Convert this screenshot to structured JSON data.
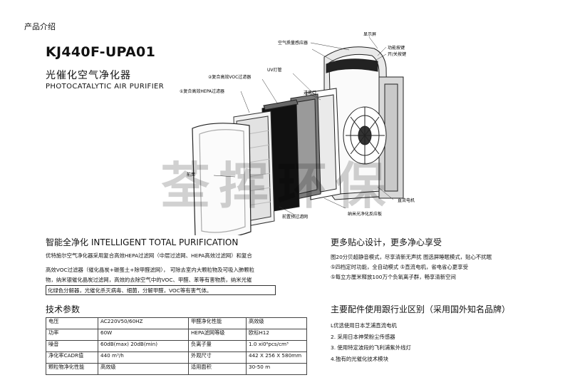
{
  "header": {
    "section_tag": "产品介绍",
    "model": "KJ440F-UPA01",
    "title_cn": "光催化空气净化器",
    "title_en": "PHOTOCATALYTIC AIR PURIFIER"
  },
  "watermark": "荃挥环保",
  "diagram": {
    "labels": {
      "display": "显示屏",
      "air_sensor": "空气质量感应器",
      "function_button": "功能按键",
      "power_switch": "开/关按键",
      "uv_lamp": "UV灯管",
      "voc_filter": "②复合高效VOC过滤器",
      "hepa_filter": "①复合高效HEPA过滤器",
      "air_inlet": "进风口",
      "front_panel": "前面",
      "dc_motor": "直流电机",
      "pre_filter": "前置预过滤网",
      "nano_filter": "纳米光净化反应板"
    }
  },
  "intelligent": {
    "title": "智能全净化 INTELLIGENT TOTAL PURIFICATION",
    "line1": "优特施尔空气净化器采用复合高效HEPA过滤网（中层过滤网、HEPA高效过滤网）和复合",
    "line2": "高效VOC过滤器（催化晶炭+碳蛋土+除甲醛滤网），  可除去室内大颗粒物及可吸入肺颗粒",
    "line3": "物，纳米银催化晶炭过滤网，高效的去除空气中的VOC、甲醛、苯等有害物质，纳米光催",
    "line4": "化绿色分解器，光催化杀灭病毒、细菌，分解甲醛，VOC等有害气体。"
  },
  "specs": {
    "title": "技术参数",
    "rows": [
      {
        "k1": "电压",
        "v1": "AC220V50/60HZ",
        "k2": "甲醛净化性能",
        "v2": "高效级"
      },
      {
        "k1": "功率",
        "v1": "60W",
        "k2": "HEPA滤网等级",
        "v2": "欧标H12"
      },
      {
        "k1": "噪音",
        "v1": "60dB(max) 20dB(min)",
        "k2": "负离子量",
        "v2": "1.0 xi0⁶pcs/cm³"
      },
      {
        "k1": "净化率CADR值",
        "v1": "440 m³/h",
        "k2": "外观尺寸",
        "v2": "442 X 256 X 580mm"
      },
      {
        "k1": "颗粒物净化性能",
        "v1": "高效级",
        "k2": "适用面积",
        "v2": "30-50 m"
      }
    ]
  },
  "care": {
    "title": "更多贴心设计，更多净心享受",
    "line1": "图20分贝超静音模式，尽享清新无声扰    图选屏睡眠模式，贴心不扰眠",
    "line2": "⑤四档定时功能，全自动模式                      ⑤直流电机，省电省心更享受",
    "line3": "⑤每立方厘米释放100万个负氧离子群，畅享清新空间"
  },
  "parts": {
    "title": "主要配件使用跟行业区别（采用国外知名品牌）",
    "items": [
      "L优选使用日本芝浦直流电机",
      "2. 采用日本神荣粉尘传感器",
      "3. 使用特定波段的飞利浦紫外线灯",
      "4.独有的光催化技术模块"
    ]
  }
}
